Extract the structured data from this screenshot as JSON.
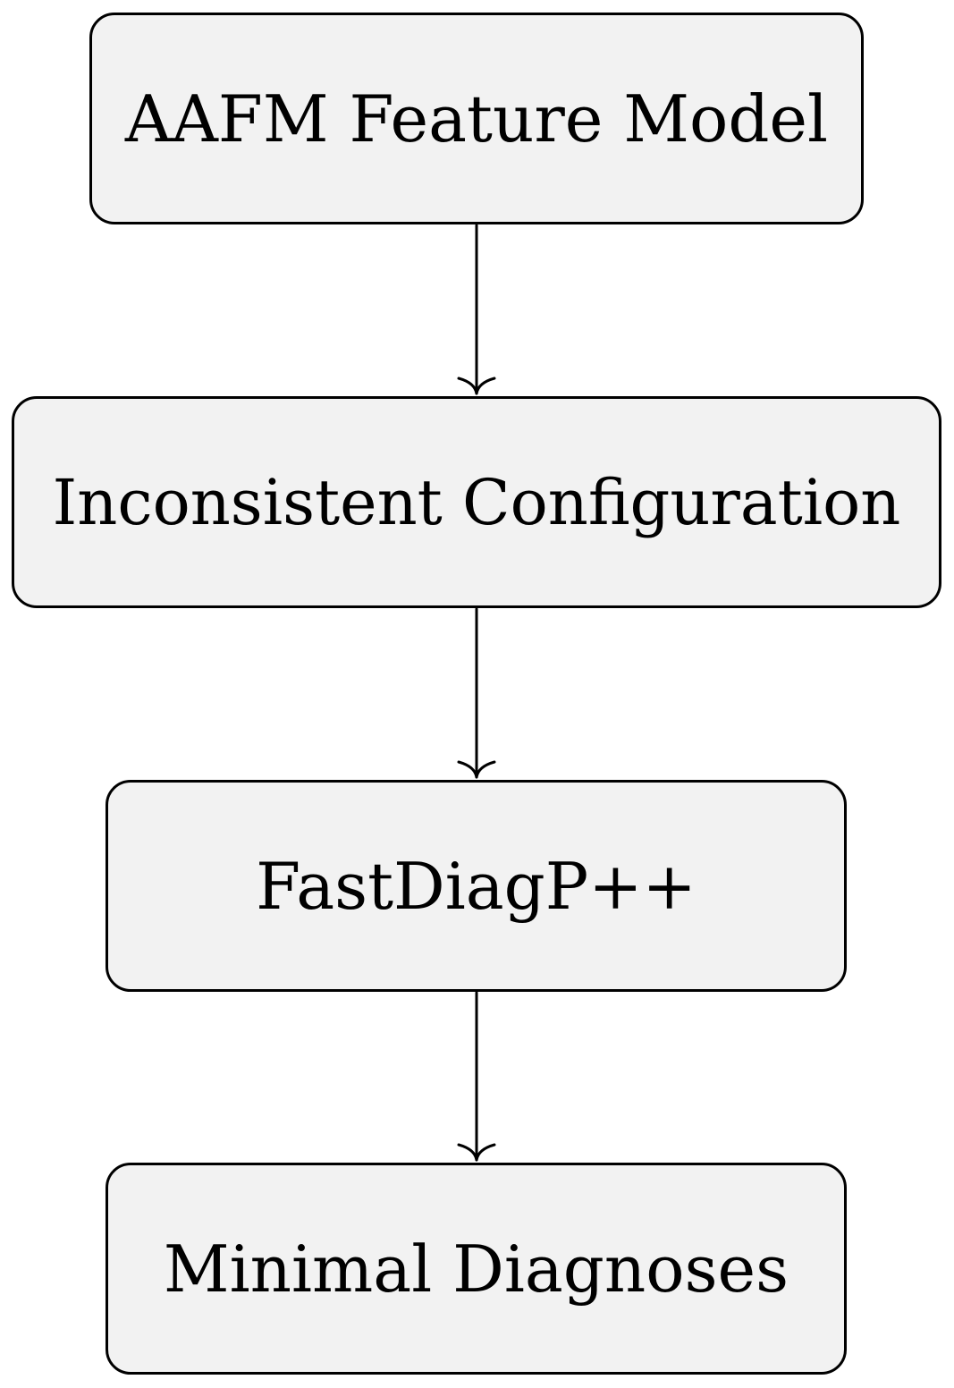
{
  "diagram": {
    "nodes": [
      {
        "id": "aafm-feature-model",
        "label": "AAFM Feature Model"
      },
      {
        "id": "inconsistent-configuration",
        "label": "Inconsistent Configuration"
      },
      {
        "id": "fastdiagp",
        "label": "FastDiagP++"
      },
      {
        "id": "minimal-diagnoses",
        "label": "Minimal Diagnoses"
      }
    ],
    "edges": [
      {
        "from": "aafm-feature-model",
        "to": "inconsistent-configuration"
      },
      {
        "from": "inconsistent-configuration",
        "to": "fastdiagp"
      },
      {
        "from": "fastdiagp",
        "to": "minimal-diagnoses"
      }
    ],
    "colors": {
      "node_fill": "#f2f2f2",
      "stroke": "#000000"
    }
  }
}
